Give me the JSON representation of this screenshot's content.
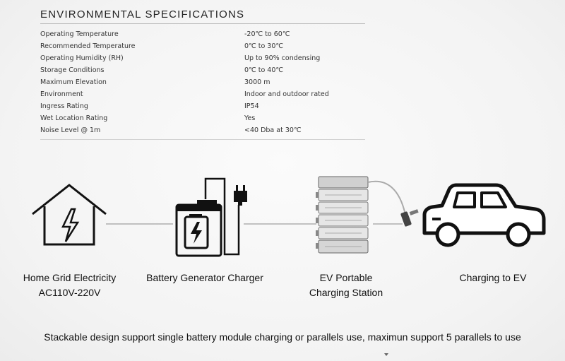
{
  "specs": {
    "title": "ENVIRONMENTAL SPECIFICATIONS",
    "rows": [
      {
        "label": "Operating Temperature",
        "value": "-20℃ to 60℃"
      },
      {
        "label": "Recommended Temperature",
        "value": "0℃ to 30℃"
      },
      {
        "label": "Operating Humidity (RH)",
        "value": "Up to 90% condensing"
      },
      {
        "label": "Storage Conditions",
        "value": "0℃ to 40℃"
      },
      {
        "label": "Maximum Elevation",
        "value": "3000 m"
      },
      {
        "label": "Environment",
        "value": "Indoor and outdoor rated"
      },
      {
        "label": "Ingress Rating",
        "value": "IP54"
      },
      {
        "label": "Wet Location Rating",
        "value": "Yes"
      },
      {
        "label": "Noise Level @ 1m",
        "value": "<40 Dba at 30℃"
      }
    ]
  },
  "diagram": {
    "home": {
      "icon": "house-lightning-icon",
      "line1": "Home Grid Electricity",
      "line2": "AC110V-220V"
    },
    "generator": {
      "icon": "battery-charger-icon",
      "line1": "Battery Generator Charger"
    },
    "station": {
      "icon": "stacked-battery-station-icon",
      "line1": "EV Portable",
      "line2": "Charging Station"
    },
    "ev": {
      "icon": "car-icon",
      "line1": "Charging to EV"
    }
  },
  "caption": "Stackable design support single battery module charging or parallels use, maximun support 5 parallels to use"
}
